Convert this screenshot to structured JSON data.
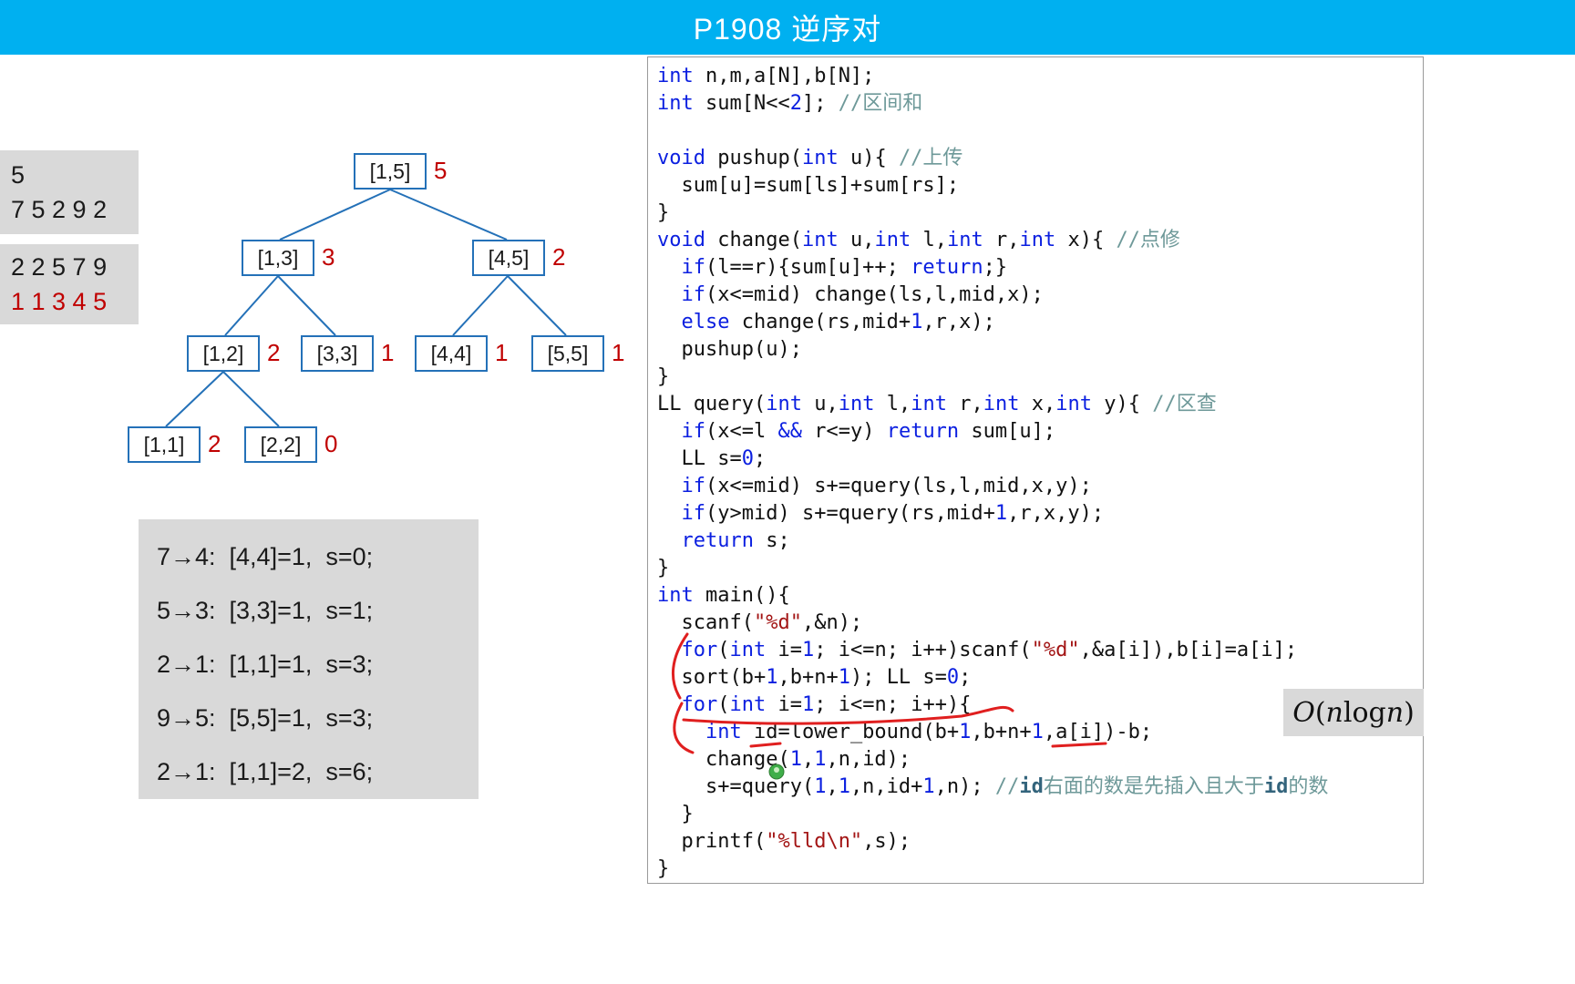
{
  "title": "P1908 逆序对",
  "colors": {
    "accent": "#00b0f0",
    "node_border": "#2471b8",
    "count_red": "#c00000",
    "keyword_blue": "#0b1fe0",
    "string_red": "#a31515",
    "comment_gray": "#6e9999",
    "annotation_red": "#e01f1f",
    "panel_gray": "#d9d9d9"
  },
  "input_panel": {
    "count": "5",
    "sequence": "7 5 2 9 2"
  },
  "sorted_panel": {
    "sorted": "2 2 5 7 9",
    "ranks": "1 1 3 4 5"
  },
  "tree": {
    "nodes": [
      {
        "label": "[1,5]",
        "count": "5"
      },
      {
        "label": "[1,3]",
        "count": "3"
      },
      {
        "label": "[4,5]",
        "count": "2"
      },
      {
        "label": "[1,2]",
        "count": "2"
      },
      {
        "label": "[3,3]",
        "count": "1"
      },
      {
        "label": "[4,4]",
        "count": "1"
      },
      {
        "label": "[5,5]",
        "count": "1"
      },
      {
        "label": "[1,1]",
        "count": "2"
      },
      {
        "label": "[2,2]",
        "count": "0"
      }
    ]
  },
  "steps": {
    "lines": [
      "7→4:  [4,4]=1,  s=0;",
      "5→3:  [3,3]=1,  s=1;",
      "2→1:  [1,1]=1,  s=3;",
      "9→5:  [5,5]=1,  s=3;",
      "2→1:  [1,1]=2,  s=6;"
    ]
  },
  "complexity": {
    "text": "O(nlogn)",
    "parts": [
      {
        "t": "O",
        "i": true
      },
      {
        "t": "(",
        "i": false
      },
      {
        "t": "n",
        "i": true
      },
      {
        "t": "log",
        "i": false
      },
      {
        "t": "n",
        "i": true
      },
      {
        "t": ")",
        "i": false
      }
    ]
  },
  "code": {
    "lines": [
      [
        [
          "k",
          "int"
        ],
        [
          "p",
          " n,m,a[N],b[N];"
        ]
      ],
      [
        [
          "k",
          "int"
        ],
        [
          "p",
          " sum[N<<"
        ],
        [
          "n",
          "2"
        ],
        [
          "p",
          "]; "
        ],
        [
          "c",
          "//区间和"
        ]
      ],
      [],
      [
        [
          "k",
          "void"
        ],
        [
          "p",
          " pushup("
        ],
        [
          "k",
          "int"
        ],
        [
          "p",
          " u){ "
        ],
        [
          "c",
          "//上传"
        ]
      ],
      [
        [
          "p",
          "  sum[u]=sum[ls]+sum[rs];"
        ]
      ],
      [
        [
          "p",
          "}"
        ]
      ],
      [
        [
          "k",
          "void"
        ],
        [
          "p",
          " change("
        ],
        [
          "k",
          "int"
        ],
        [
          "p",
          " u,"
        ],
        [
          "k",
          "int"
        ],
        [
          "p",
          " l,"
        ],
        [
          "k",
          "int"
        ],
        [
          "p",
          " r,"
        ],
        [
          "k",
          "int"
        ],
        [
          "p",
          " x){ "
        ],
        [
          "c",
          "//点修"
        ]
      ],
      [
        [
          "p",
          "  "
        ],
        [
          "k",
          "if"
        ],
        [
          "p",
          "(l==r){sum[u]++; "
        ],
        [
          "k",
          "return"
        ],
        [
          "p",
          ";}"
        ]
      ],
      [
        [
          "p",
          "  "
        ],
        [
          "k",
          "if"
        ],
        [
          "p",
          "(x<=mid) change(ls,l,mid,x);"
        ]
      ],
      [
        [
          "p",
          "  "
        ],
        [
          "k",
          "else"
        ],
        [
          "p",
          " change(rs,mid+"
        ],
        [
          "n",
          "1"
        ],
        [
          "p",
          ",r,x);"
        ]
      ],
      [
        [
          "p",
          "  pushup(u);"
        ]
      ],
      [
        [
          "p",
          "}"
        ]
      ],
      [
        [
          "p",
          "LL query("
        ],
        [
          "k",
          "int"
        ],
        [
          "p",
          " u,"
        ],
        [
          "k",
          "int"
        ],
        [
          "p",
          " l,"
        ],
        [
          "k",
          "int"
        ],
        [
          "p",
          " r,"
        ],
        [
          "k",
          "int"
        ],
        [
          "p",
          " x,"
        ],
        [
          "k",
          "int"
        ],
        [
          "p",
          " y){ "
        ],
        [
          "c",
          "//区查"
        ]
      ],
      [
        [
          "p",
          "  "
        ],
        [
          "k",
          "if"
        ],
        [
          "p",
          "(x<=l "
        ],
        [
          "k",
          "&&"
        ],
        [
          "p",
          " r<=y) "
        ],
        [
          "k",
          "return"
        ],
        [
          "p",
          " sum[u];"
        ]
      ],
      [
        [
          "p",
          "  LL s="
        ],
        [
          "n",
          "0"
        ],
        [
          "p",
          ";"
        ]
      ],
      [
        [
          "p",
          "  "
        ],
        [
          "k",
          "if"
        ],
        [
          "p",
          "(x<=mid) s+=query(ls,l,mid,x,y);"
        ]
      ],
      [
        [
          "p",
          "  "
        ],
        [
          "k",
          "if"
        ],
        [
          "p",
          "(y>mid) s+=query(rs,mid+"
        ],
        [
          "n",
          "1"
        ],
        [
          "p",
          ",r,x,y);"
        ]
      ],
      [
        [
          "p",
          "  "
        ],
        [
          "k",
          "return"
        ],
        [
          "p",
          " s;"
        ]
      ],
      [
        [
          "p",
          "}"
        ]
      ],
      [
        [
          "k",
          "int"
        ],
        [
          "p",
          " main(){"
        ]
      ],
      [
        [
          "p",
          "  scanf("
        ],
        [
          "s",
          "\"%d\""
        ],
        [
          "p",
          ",&n);"
        ]
      ],
      [
        [
          "p",
          "  "
        ],
        [
          "k",
          "for"
        ],
        [
          "p",
          "("
        ],
        [
          "k",
          "int"
        ],
        [
          "p",
          " i="
        ],
        [
          "n",
          "1"
        ],
        [
          "p",
          "; i<=n; i++)scanf("
        ],
        [
          "s",
          "\"%d\""
        ],
        [
          "p",
          ",&a[i]),b[i]=a[i];"
        ]
      ],
      [
        [
          "p",
          "  sort(b+"
        ],
        [
          "n",
          "1"
        ],
        [
          "p",
          ",b+n+"
        ],
        [
          "n",
          "1"
        ],
        [
          "p",
          "); LL s="
        ],
        [
          "n",
          "0"
        ],
        [
          "p",
          ";"
        ]
      ],
      [
        [
          "p",
          "  "
        ],
        [
          "k",
          "for"
        ],
        [
          "p",
          "("
        ],
        [
          "k",
          "int"
        ],
        [
          "p",
          " i="
        ],
        [
          "n",
          "1"
        ],
        [
          "p",
          "; i<=n; i++){"
        ]
      ],
      [
        [
          "p",
          "    "
        ],
        [
          "k",
          "int"
        ],
        [
          "p",
          " id=lower_bound(b+"
        ],
        [
          "n",
          "1"
        ],
        [
          "p",
          ",b+n+"
        ],
        [
          "n",
          "1"
        ],
        [
          "p",
          ",a[i])-b;"
        ]
      ],
      [
        [
          "p",
          "    change("
        ],
        [
          "n",
          "1"
        ],
        [
          "p",
          ","
        ],
        [
          "n",
          "1"
        ],
        [
          "p",
          ",n,id);"
        ]
      ],
      [
        [
          "p",
          "    s+=query("
        ],
        [
          "n",
          "1"
        ],
        [
          "p",
          ","
        ],
        [
          "n",
          "1"
        ],
        [
          "p",
          ",n,id+"
        ],
        [
          "n",
          "1"
        ],
        [
          "p",
          ",n); "
        ],
        [
          "c",
          "//"
        ],
        [
          "cb",
          "id"
        ],
        [
          "c",
          "右面的数是先插入且大于"
        ],
        [
          "cb",
          "id"
        ],
        [
          "c",
          "的数"
        ]
      ],
      [
        [
          "p",
          "  }"
        ]
      ],
      [
        [
          "p",
          "  printf("
        ],
        [
          "s",
          "\"%lld\\n\""
        ],
        [
          "p",
          ",s);"
        ]
      ],
      [
        [
          "p",
          "}"
        ]
      ]
    ]
  }
}
